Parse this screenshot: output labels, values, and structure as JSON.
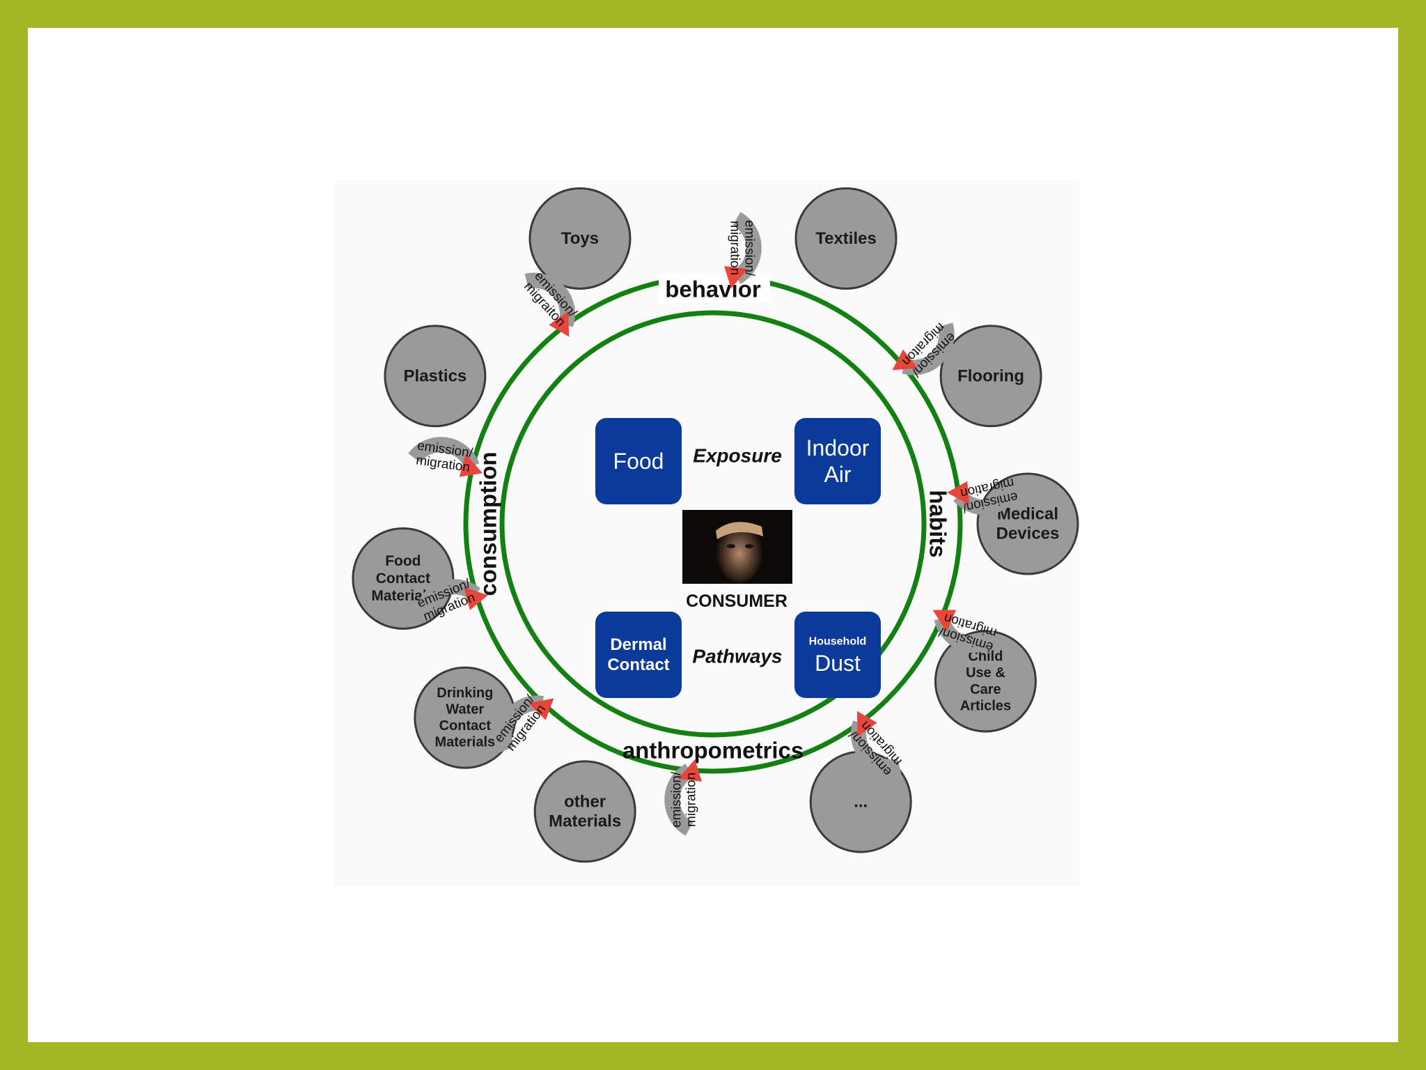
{
  "colors": {
    "frame": "#a4b526",
    "ring": "#128112",
    "source_fill": "#9a9a9a",
    "box_fill": "#0a3a9a",
    "arrow_grey": "#9a9a9a",
    "arrow_red": "#e8453b"
  },
  "ring_labels": {
    "behavior": "behavior",
    "habits": "habits",
    "anthropometrics": "anthropometrics",
    "consumption": "consumption"
  },
  "sources": [
    [
      "Toys"
    ],
    [
      "Textiles"
    ],
    [
      "Flooring"
    ],
    [
      "Medical",
      "Devices"
    ],
    [
      "Child",
      "Use &",
      "Care",
      "Articles"
    ],
    [
      "..."
    ],
    [
      "other",
      "Materials"
    ],
    [
      "Drinking",
      "Water",
      "Contact",
      "Materials"
    ],
    [
      "Food",
      "Contact",
      "Materials"
    ],
    [
      "Plastics"
    ]
  ],
  "arrow_label": [
    "emission/",
    "migration"
  ],
  "arrow_label_variant": [
    "emission/",
    "migraiton"
  ],
  "pathways": {
    "food": [
      "Food"
    ],
    "indoor_air": [
      "Indoor",
      "Air"
    ],
    "dermal_contact": [
      "Dermal",
      "Contact"
    ],
    "household_dust_small": "Household",
    "household_dust_big": "Dust"
  },
  "center": {
    "exposure": "Exposure",
    "pathways": "Pathways",
    "consumer": "CONSUMER",
    "photo_icon": "consumer-face-photo"
  }
}
